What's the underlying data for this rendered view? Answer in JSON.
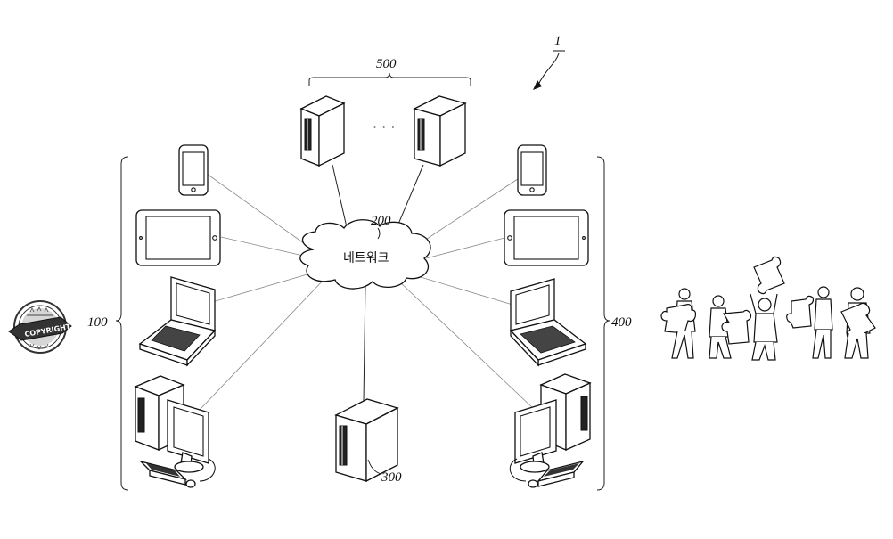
{
  "figure": {
    "figure_ref": "1",
    "server_group_label": "500",
    "ellipsis": "· · ·",
    "network_ref": "200",
    "network_text": "네트워크",
    "left_group_ref": "100",
    "right_group_ref": "400",
    "bottom_server_ref": "300"
  },
  "stamp": {
    "text": "COPYRIGHT"
  }
}
